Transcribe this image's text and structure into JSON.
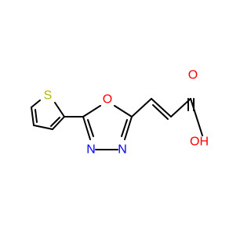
{
  "molecule": {
    "atoms": {
      "sulfur": "S",
      "oxadiazole_oxygen": "O",
      "nitrogen_left": "N",
      "nitrogen_right": "N",
      "carbonyl_oxygen": "O",
      "hydroxyl": "OH"
    }
  },
  "colors": {
    "bond": "#000000",
    "sulfur": "#b5b500",
    "oxygen": "#ff0000",
    "nitrogen": "#0000ff"
  }
}
